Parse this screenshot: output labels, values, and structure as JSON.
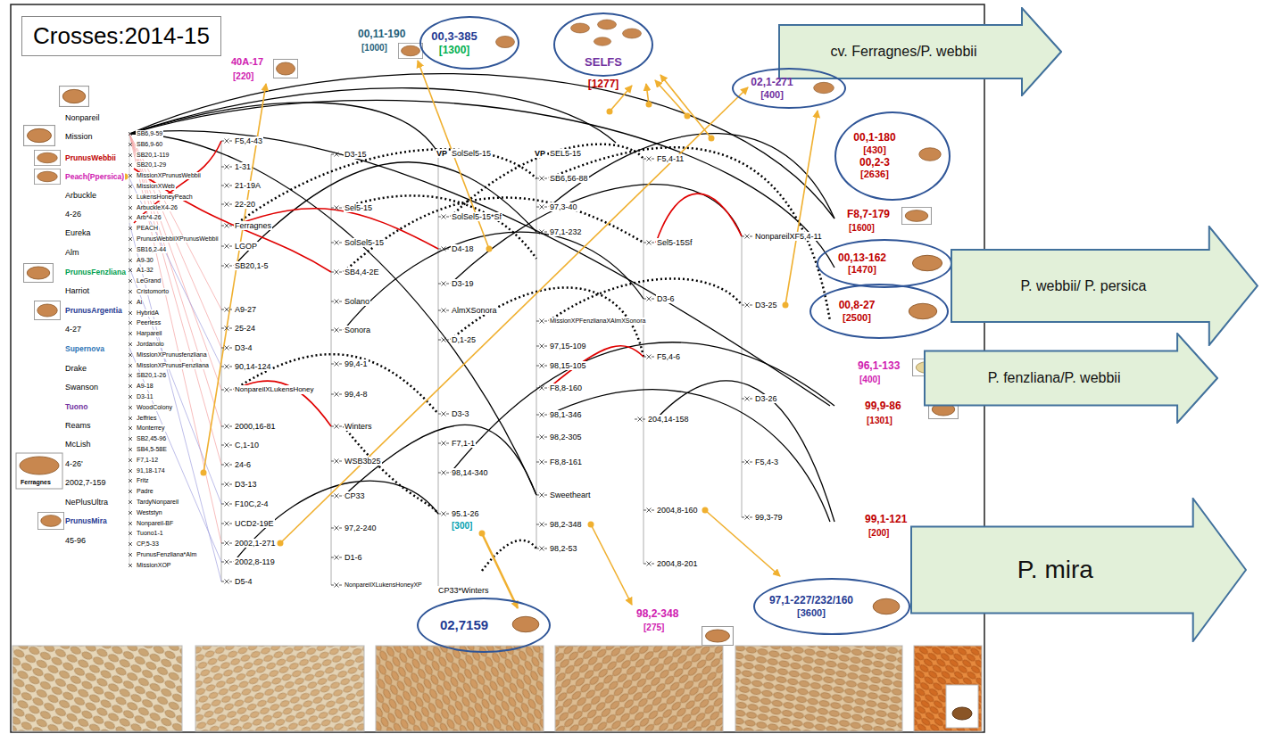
{
  "diagram": {
    "title": "Crosses:2014-15",
    "nodes": [
      {
        "text": [
          "00,3-385",
          "[1300]"
        ]
      },
      {
        "text": [
          "SELFS",
          "[1277]"
        ]
      },
      {
        "text": [
          "cv. Ferragnes/P. webbii"
        ]
      },
      {
        "text": [
          "02,1-271",
          "[400]"
        ]
      },
      {
        "text": [
          "00,1-180",
          "[430]",
          "00,2-3",
          "[2636]"
        ]
      },
      {
        "text": [
          "00,13-162",
          "[1470]"
        ]
      },
      {
        "text": [
          "P. webbii/ P. persica"
        ]
      },
      {
        "text": [
          "00,8-27",
          "[2500]"
        ]
      },
      {
        "text": [
          "P. fenzliana/P. webbii"
        ]
      },
      {
        "text": [
          "P. mira"
        ]
      },
      {
        "text": [
          "97,1-227/232/160",
          "[3600]"
        ]
      },
      {
        "text": [
          "02,7159"
        ]
      }
    ],
    "labels": [
      "Nonpareil",
      "Mission",
      "PrunusWebbii",
      "Peach(Ppersica)",
      "Arbuckle",
      "4-26",
      "Eureka",
      "Alm",
      "PrunusFenzliana",
      "Harriot",
      "PrunusArgentia",
      "4-27",
      "Supernova",
      "Drake",
      "Swanson",
      "Tuono",
      "Reams",
      "McLish",
      "4-26'",
      "2002,7-159",
      "NePlusUltra",
      "PrunusMira",
      "45-96",
      "Ferragnes",
      "SB6,9-59",
      "SB6,9-60",
      "SB20,1-119",
      "SB20,1-29",
      "MissionXPrunusWebbii",
      "MissionXWeb",
      "LukensHoneyPeach",
      "ArbuckleX4-26",
      "Arb*4-26",
      "PEACH",
      "PrunusWebbiiXPrunusWebbii",
      "SB16,2-44",
      "A9-30",
      "A1-32",
      "LeGrand",
      "Cristomorto",
      "Ai",
      "HybridA",
      "Peerless",
      "Harpareil",
      "Jordanolo",
      "MissionXPrunusfenzliana",
      "MissionXPrunusFenzliana",
      "SB20,1-26",
      "A9-18",
      "D3-11",
      "WoodColony",
      "Jeffries",
      "Monterrey",
      "SB2,45-96",
      "SB4,5-58E",
      "F7,1-12",
      "91,18-174",
      "Fritz",
      "Padre",
      "TardyNonpareil",
      "Weststyn",
      "Nonpareil-BF",
      "Tuono1-1",
      "CP,5-33",
      "PrunusFenzliana*Alm",
      "MissionXOP",
      "F5,4-43",
      "1-31",
      "21-19A",
      "22-20",
      "Ferragnes",
      "LGOP",
      "SB20,1-5",
      "A9-27",
      "25-24",
      "D3-4",
      "90,14-124",
      "NonpareilXLukensHoney",
      "2000,16-81",
      "C,1-10",
      "24-6",
      "D3-13",
      "F10C,2-4",
      "UCD2-19E",
      "2002,1-271",
      "2002,8-119",
      "D5-4",
      "D3-15",
      "Sel5-15",
      "SolSel5-15",
      "SB4,4-2E",
      "Solano",
      "Sonora",
      "99,4-1",
      "99,4-8",
      "Winters",
      "WSB3b25",
      "CP33",
      "97,2-240",
      "D1-6",
      "NonpareilXLukensHoneyXP",
      "VP",
      "VP",
      "SolSel5-15",
      "SolSel5-15*Sf",
      "D4-18",
      "D3-19",
      "AlmXSonora",
      "D,1-25",
      "D3-3",
      "F7,1-1",
      "98,14-340",
      "95.1-26",
      "[300]",
      "CP33*Winters",
      "SEL5-15",
      "SB6,56-88",
      "97,3-40",
      "97,1-232",
      "MissionXPFenzlianaXAlmXSonora",
      "97,15-109",
      "98,15-105",
      "F8,8-160",
      "98,1-346",
      "98,2-305",
      "F8,8-161",
      "Sweetheart",
      "98,2-348",
      "98,2-53",
      "F5,4-11",
      "Sel5-15Sf",
      "D3-6",
      "F5,4-6",
      "204,14-158",
      "2004,8-160",
      "2004,8-201",
      "NonpareilXF5,4-11",
      "D3-25",
      "D3-26",
      "F5,4-3",
      "99,3-79",
      "40A-17",
      "[220]",
      "00,11-190",
      "[1000]",
      "F8,7-179",
      "[1600]",
      "96,1-133",
      "[400]",
      "99,9-86",
      "[1301]",
      "99,1-121",
      "[200]",
      "98,2-348",
      "[275]"
    ]
  }
}
